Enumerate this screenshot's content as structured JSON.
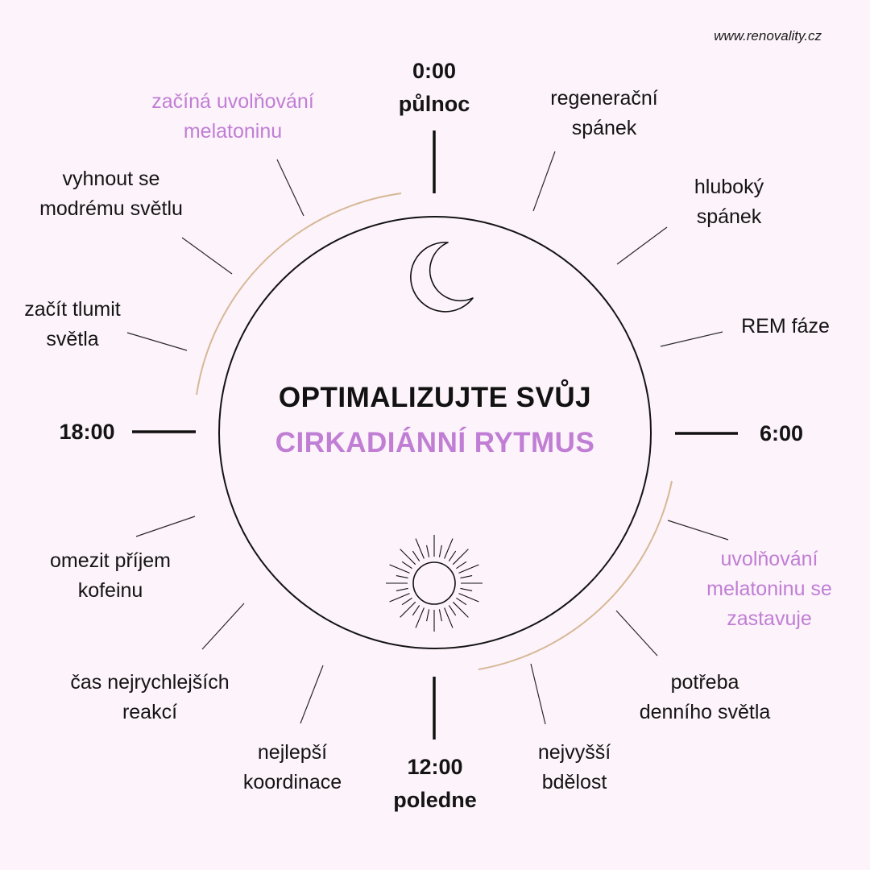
{
  "url": "www.renovality.cz",
  "title": {
    "line1": "OPTIMALIZUJTE SVŮJ",
    "line2": "CIRKADIÁNNÍ RYTMUS"
  },
  "times": {
    "midnight": {
      "time": "0:00",
      "name": "půlnoc"
    },
    "six": "6:00",
    "noon": {
      "time": "12:00",
      "name": "poledne"
    },
    "eighteen": "18:00"
  },
  "labels": {
    "regenerative_sleep": [
      "regenerační",
      "spánek"
    ],
    "deep_sleep": [
      "hluboký",
      "spánek"
    ],
    "rem": [
      "REM fáze"
    ],
    "melatonin_stops": [
      "uvolňování",
      "melatoninu se",
      "zastavuje"
    ],
    "daylight": [
      "potřeba",
      "denního světla"
    ],
    "alertness": [
      "nejvyšší",
      "bdělost"
    ],
    "coordination": [
      "nejlepší",
      "koordinace"
    ],
    "reaction": [
      "čas nejrychlejších",
      "reakcí"
    ],
    "caffeine": [
      "omezit příjem",
      "kofeinu"
    ],
    "dim_lights": [
      "začít tlumit",
      "světla"
    ],
    "blue_light": [
      "vyhnout se",
      "modrému světlu"
    ],
    "melatonin_starts": [
      "začíná uvolňování",
      "melatoninu"
    ]
  },
  "icons": {
    "moon": "moon-icon",
    "sun": "sun-icon"
  },
  "colors": {
    "background": "#fdf3fb",
    "accent_purple": "#c07ed4",
    "arc_tan": "#d6b896",
    "text": "#141414"
  }
}
